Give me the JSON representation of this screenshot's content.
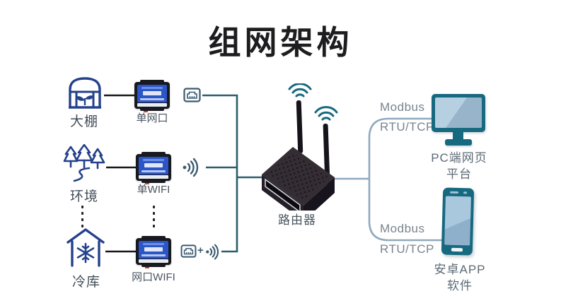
{
  "title": "组网架构",
  "nodes": [
    {
      "scene": "大棚",
      "device": "单网口",
      "link": "ethernet"
    },
    {
      "scene": "环境",
      "device": "单WIFI",
      "link": "wifi"
    },
    {
      "scene": "冷库",
      "device": "网口WIFI",
      "link": "ethernet+wifi"
    }
  ],
  "plus_sign": "+",
  "router_label": "路由器",
  "right": [
    {
      "protocol1": "Modbus",
      "protocol2": "RTU/TCP",
      "label1": "PC端网页",
      "label2": "平台",
      "endpoint": "monitor"
    },
    {
      "protocol1": "Modbus",
      "protocol2": "RTU/TCP",
      "label1": "安卓APP",
      "label2": "软件",
      "endpoint": "phone"
    }
  ],
  "colors": {
    "title_text": "#1d1d1f",
    "scene_icon_navy": "#24418c",
    "black_link": "#17171f",
    "bus_teal": "#2b5d6c",
    "side_icon": "#3a5a70",
    "right_bracket": "#8fa9bd",
    "protocol_text": "#78858f",
    "device_panel_blue": "#2a56c8",
    "endpoint_teal": "#17697f",
    "screen_blue": "#a9c8de",
    "led_red": "#d23b2a"
  }
}
